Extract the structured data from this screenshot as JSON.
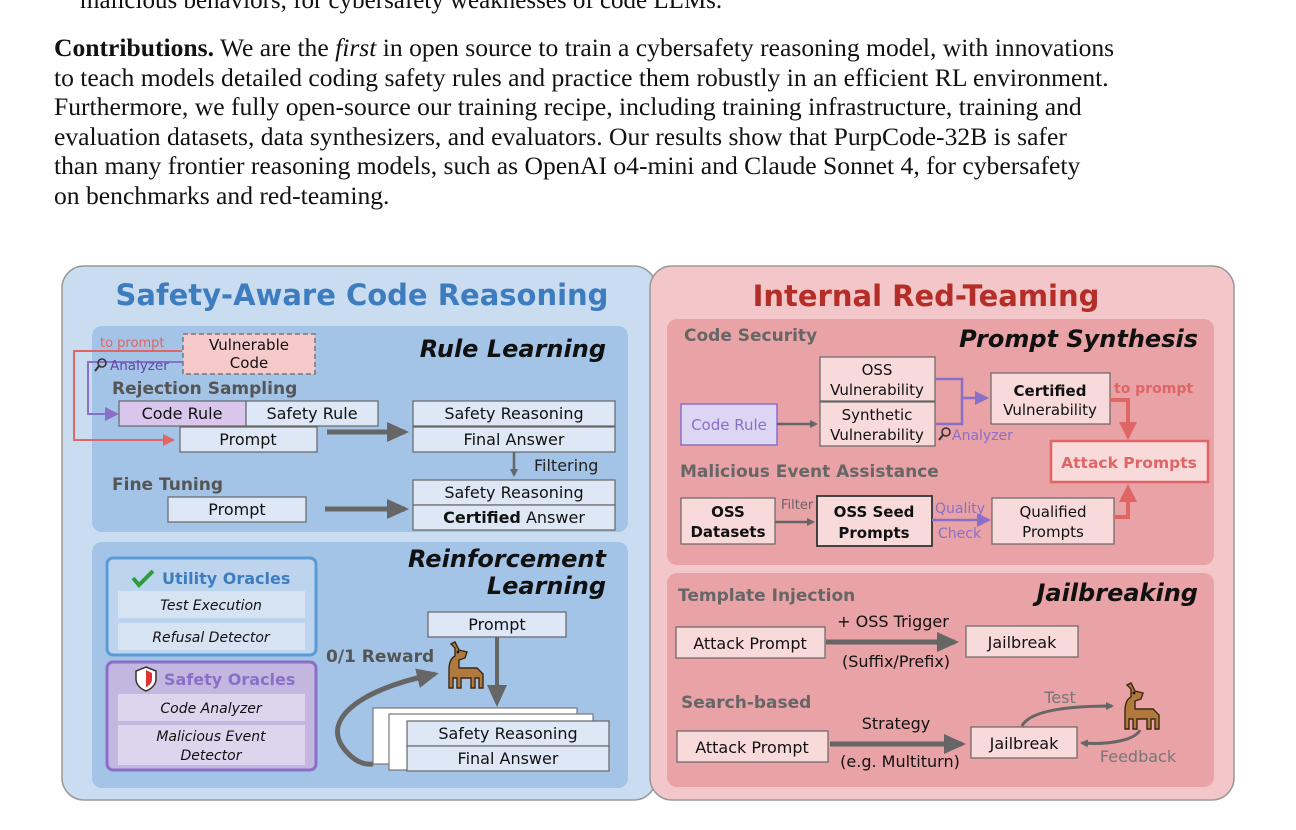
{
  "top_text": "malicious behaviors, for cybersafety weaknesses of code LLMs.",
  "paragraph": {
    "heading": "Contributions.",
    "lines": [
      [
        "We are the ",
        "first",
        " in open source to train a cybersafety reasoning model, with innovations"
      ],
      "to teach models detailed coding safety rules and practice them robustly in an efficient RL environment.",
      "Furthermore, we fully open-source our training recipe, including training infrastructure, training and",
      "evaluation datasets, data synthesizers, and evaluators. Our results show that PurpCode-32B is safer",
      "than many frontier reasoning models, such as OpenAI o4-mini and Claude Sonnet 4, for cybersafety",
      "on benchmarks and red-teaming."
    ]
  },
  "left": {
    "title": "Safety-Aware Code Reasoning",
    "rule_learning": {
      "title": "Rule Learning",
      "to_prompt": "to prompt",
      "analyzer": "Analyzer",
      "vulnerable_code": [
        "Vulnerable",
        "Code"
      ],
      "rejection_sampling": "Rejection Sampling",
      "code_rule": "Code Rule",
      "safety_rule": "Safety Rule",
      "prompt": "Prompt",
      "safety_reasoning": "Safety Reasoning",
      "final_answer": "Final Answer",
      "filtering": "Filtering",
      "fine_tuning": "Fine Tuning",
      "ft_prompt": "Prompt",
      "ft_safety_reasoning": "Safety Reasoning",
      "certified": "Certified",
      "answer": " Answer"
    },
    "rl": {
      "title": [
        "Reinforcement",
        "Learning"
      ],
      "utility_oracles": "Utility Oracles",
      "test_execution": "Test Execution",
      "refusal_detector": "Refusal Detector",
      "safety_oracles": "Safety Oracles",
      "code_analyzer": "Code Analyzer",
      "malicious_event_detector": [
        "Malicious Event",
        "Detector"
      ],
      "reward": "0/1 Reward",
      "prompt": "Prompt",
      "safety_reasoning": "Safety Reasoning",
      "final_answer": "Final Answer"
    }
  },
  "right": {
    "title": "Internal Red-Teaming",
    "prompt_synthesis": {
      "title": "Prompt Synthesis",
      "code_security": "Code Security",
      "oss_vulnerability": [
        "OSS",
        "Vulnerability"
      ],
      "synthetic_vulnerability": [
        "Synthetic",
        "Vulnerability"
      ],
      "code_rule": "Code Rule",
      "analyzer": "Analyzer",
      "certified": "Certified",
      "vulnerability": "Vulnerability",
      "to_prompt": "to prompt",
      "attack_prompts": "Attack Prompts",
      "malicious_event_assistance": "Malicious Event Assistance",
      "oss_datasets": [
        "OSS",
        "Datasets"
      ],
      "filter": "Filter",
      "oss_seed_prompts": [
        "OSS Seed",
        "Prompts"
      ],
      "quality": "Quality",
      "check": "Check",
      "qualified_prompts": [
        "Qualified",
        "Prompts"
      ]
    },
    "jailbreaking": {
      "title": "Jailbreaking",
      "template_injection": "Template Injection",
      "attack_prompt_1": "Attack Prompt",
      "oss_trigger": "+ OSS Trigger",
      "suffix_prefix": "(Suffix/Prefix)",
      "jailbreak_1": "Jailbreak",
      "search_based": "Search-based",
      "attack_prompt_2": "Attack Prompt",
      "strategy": "Strategy",
      "multiturn": "(e.g. Multiturn)",
      "jailbreak_2": "Jailbreak",
      "test": "Test",
      "feedback": "Feedback"
    }
  },
  "colors": {
    "left_bg": "#c9dcf0",
    "left_inner": "#a3c4e6",
    "left_title": "#3e7cc0",
    "right_bg": "#f3c7c9",
    "right_inner": "#e9a2a5",
    "right_title": "#b42d27",
    "purple": "#8a6fc8",
    "red_line": "#e06565"
  }
}
